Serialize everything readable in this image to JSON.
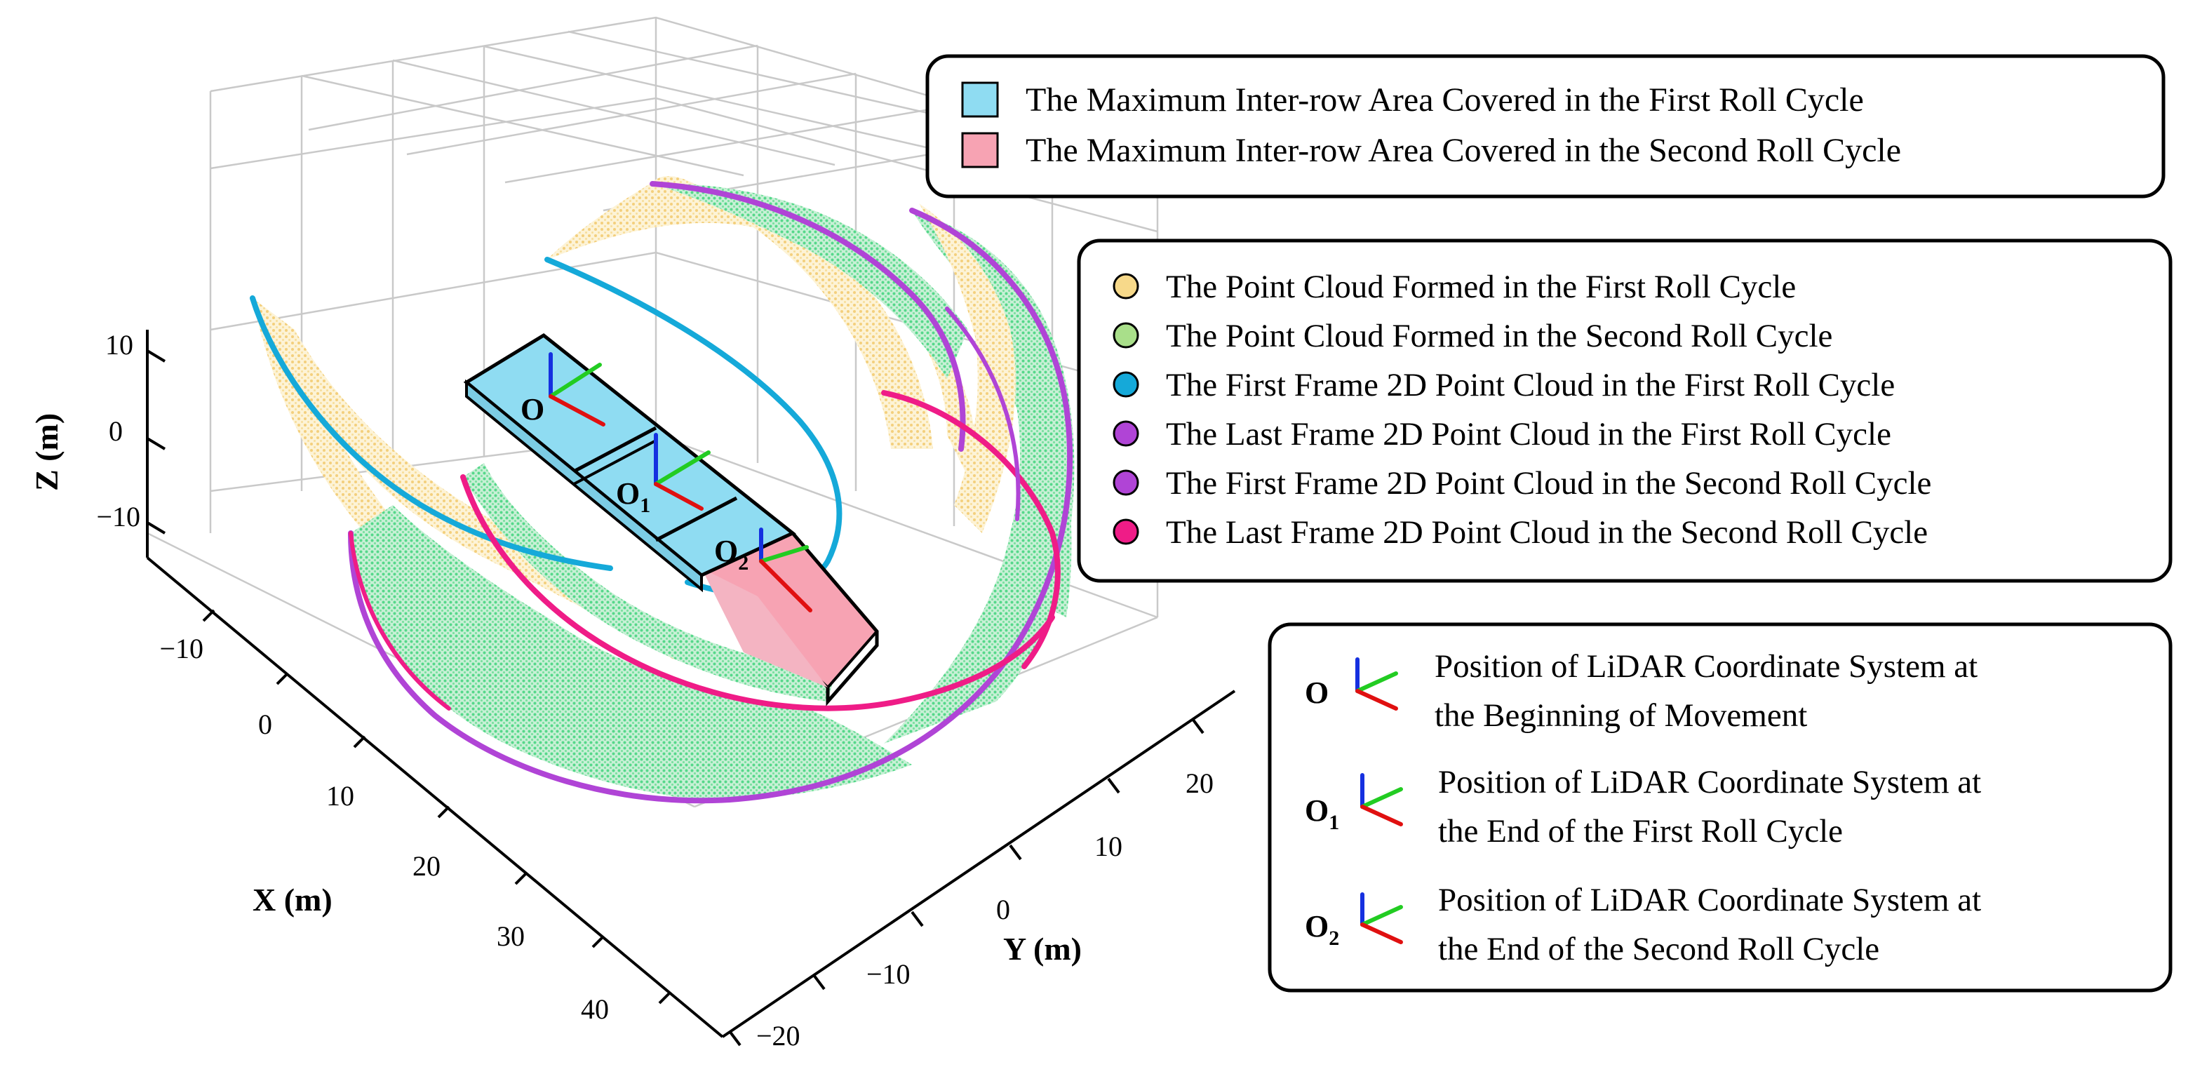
{
  "legend_areas": [
    {
      "label": "The Maximum Inter-row Area Covered in the First Roll Cycle",
      "color": "#8fdcf2"
    },
    {
      "label": "The Maximum Inter-row Area Covered in the Second Roll Cycle",
      "color": "#f7a3b3"
    }
  ],
  "legend_clouds": [
    {
      "label": "The Point Cloud Formed in the First Roll Cycle",
      "color": "#f7d98a"
    },
    {
      "label": "The Point Cloud Formed in the Second Roll Cycle",
      "color": "#a9df8a"
    },
    {
      "label": "The First Frame 2D Point Cloud in the First Roll Cycle",
      "color": "#15a9d9"
    },
    {
      "label": "The Last Frame 2D Point Cloud in the First Roll Cycle",
      "color": "#b044d6"
    },
    {
      "label": "The First Frame 2D Point Cloud in the Second Roll Cycle",
      "color": "#b044d6"
    },
    {
      "label": "The Last Frame 2D Point Cloud in the Second Roll Cycle",
      "color": "#ef1c87"
    }
  ],
  "legend_frames": [
    {
      "symbol": "O",
      "sub": "",
      "line1": "Position of LiDAR Coordinate System at",
      "line2": "the Beginning of Movement"
    },
    {
      "symbol": "O",
      "sub": "1",
      "line1": "Position of LiDAR Coordinate System at",
      "line2": "the End of the First Roll Cycle"
    },
    {
      "symbol": "O",
      "sub": "2",
      "line1": "Position of LiDAR Coordinate System at",
      "line2": "the End of the Second Roll Cycle"
    }
  ],
  "axes": {
    "z": {
      "label": "Z (m)",
      "ticks": [
        "10",
        "0",
        "−10"
      ]
    },
    "x": {
      "label": "X (m)",
      "ticks": [
        "−10",
        "0",
        "10",
        "20",
        "30",
        "40"
      ]
    },
    "y": {
      "label": "Y (m)",
      "ticks": [
        "20",
        "10",
        "0",
        "−10",
        "−20"
      ]
    }
  },
  "origins": [
    {
      "symbol": "O",
      "sub": ""
    },
    {
      "symbol": "O",
      "sub": "1"
    },
    {
      "symbol": "O",
      "sub": "2"
    }
  ],
  "colors": {
    "cloud_first": "#f7d98a",
    "cloud_second": "#7be0a0",
    "cyan_edge": "#15a9d9",
    "purple_edge": "#b044d6",
    "magenta_edge": "#ef1c87",
    "area_first": "#8fdcf2",
    "area_second": "#f7a3b3",
    "axis_blue": "#1530e0",
    "axis_green": "#22cc22",
    "axis_red": "#e01010"
  }
}
